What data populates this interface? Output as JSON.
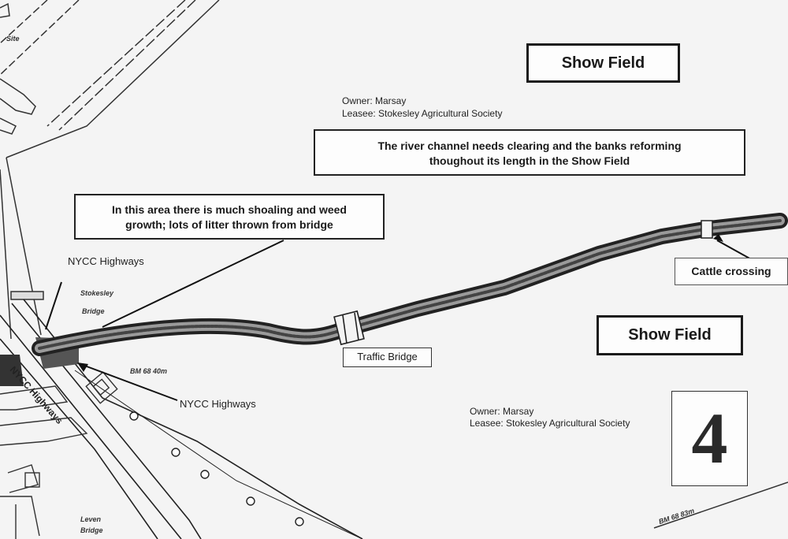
{
  "labels": {
    "show_field_top": "Show Field",
    "show_field_bottom": "Show Field",
    "owner_top": "Owner: Marsay",
    "lessee_top": "Leasee: Stokesley Agricultural Society",
    "owner_bottom": "Owner: Marsay",
    "lessee_bottom": "Leasee: Stokesley Agricultural Society",
    "river_note_line1": "The river channel needs clearing and the banks reforming",
    "river_note_line2": "thoughout its length in the Show Field",
    "shoaling_note_line1": "In this area there is much shoaling and weed",
    "shoaling_note_line2": "growth; lots of litter thrown from bridge",
    "nycc_highways_upper": "NYCC Highways",
    "nycc_highways_lower": "NYCC Highways",
    "nycc_highways_road": "NYCC Highways",
    "traffic_bridge": "Traffic Bridge",
    "cattle_crossing": "Cattle crossing",
    "section_number": "4"
  },
  "map_text": {
    "stokesley": "Stokesley",
    "bridge": "Bridge",
    "benchmark_1": "BM 68 40m",
    "benchmark_2": "BM 68 83m",
    "leven": "Leven",
    "leven_bridge": "Bridge",
    "site": "Site"
  }
}
